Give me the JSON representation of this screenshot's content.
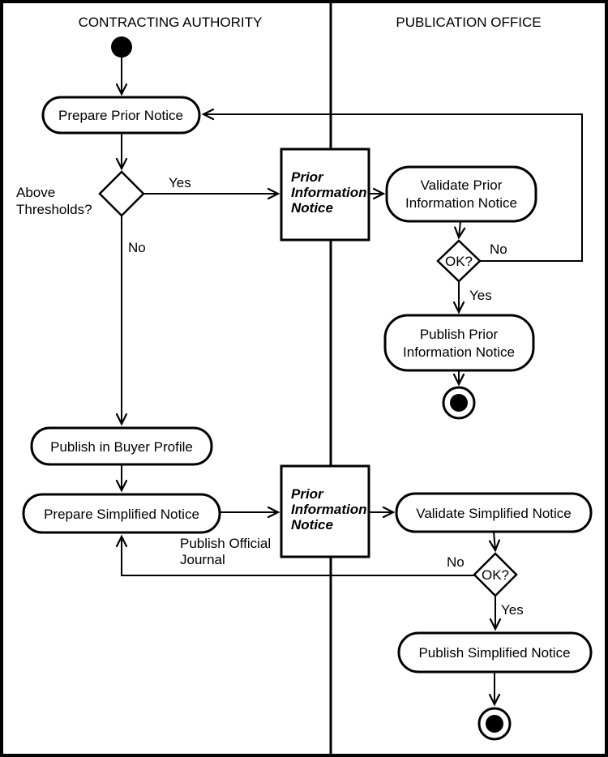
{
  "diagram": {
    "type": "uml-activity-swimlane",
    "colors": {
      "ink": "#000000",
      "paper": "#ffffff"
    },
    "lanes": {
      "left_title": "CONTRACTING AUTHORITY",
      "right_title": "PUBLICATION OFFICE"
    },
    "activities": {
      "prepare_prior_notice": "Prepare Prior Notice",
      "validate_prior_line1": "Validate Prior",
      "validate_prior_line2": "Information Notice",
      "publish_prior_line1": "Publish Prior",
      "publish_prior_line2": "Information Notice",
      "publish_buyer_profile": "Publish in Buyer Profile",
      "prepare_simplified": "Prepare Simplified Notice",
      "validate_simplified": "Validate Simplified Notice",
      "publish_simplified": "Publish Simplified Notice"
    },
    "objects": {
      "pin_top_line1": "Prior",
      "pin_top_line2": "Information",
      "pin_top_line3": "Notice",
      "pin_bottom_line1": "Prior",
      "pin_bottom_line2": "Information",
      "pin_bottom_line3": "Notice"
    },
    "decisions": {
      "above_thresholds_label_line1": "Above",
      "above_thresholds_label_line2": "Thresholds?",
      "ok_top": "OK?",
      "ok_bottom": "OK?"
    },
    "edge_labels": {
      "above_yes": "Yes",
      "above_no": "No",
      "ok_top_no": "No",
      "ok_top_yes": "Yes",
      "ok_bottom_no": "No",
      "ok_bottom_yes": "Yes",
      "publish_official_line1": "Publish Official",
      "publish_official_line2": "Journal"
    }
  }
}
